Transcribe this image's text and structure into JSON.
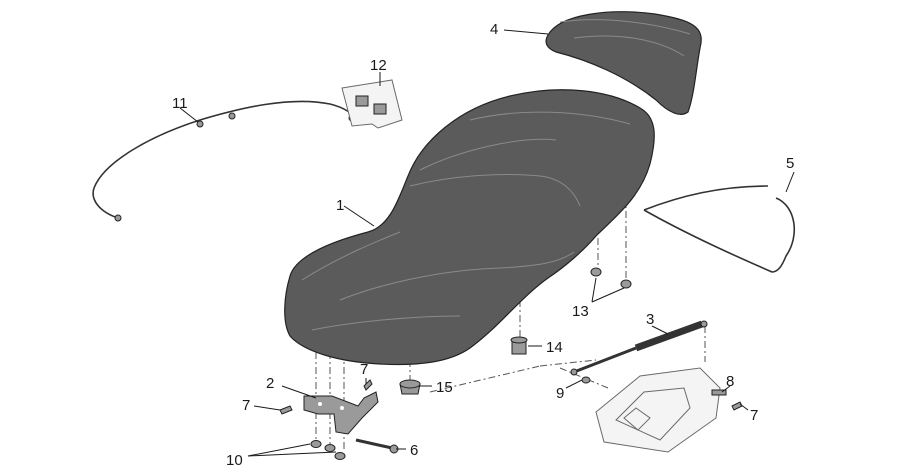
{
  "diagram": {
    "callouts": [
      {
        "id": "1",
        "text": "1"
      },
      {
        "id": "2",
        "text": "2"
      },
      {
        "id": "3",
        "text": "3"
      },
      {
        "id": "4",
        "text": "4"
      },
      {
        "id": "5",
        "text": "5"
      },
      {
        "id": "6",
        "text": "6"
      },
      {
        "id": "7a",
        "text": "7"
      },
      {
        "id": "7b",
        "text": "7"
      },
      {
        "id": "7c",
        "text": "7"
      },
      {
        "id": "8",
        "text": "8"
      },
      {
        "id": "9",
        "text": "9"
      },
      {
        "id": "10",
        "text": "10"
      },
      {
        "id": "11",
        "text": "11"
      },
      {
        "id": "12",
        "text": "12"
      },
      {
        "id": "13",
        "text": "13"
      },
      {
        "id": "14",
        "text": "14"
      },
      {
        "id": "15",
        "text": "15"
      }
    ],
    "colors": {
      "seat_fill": "#5b5b5b",
      "outline": "#222222",
      "label": "#1a1a1a"
    }
  }
}
